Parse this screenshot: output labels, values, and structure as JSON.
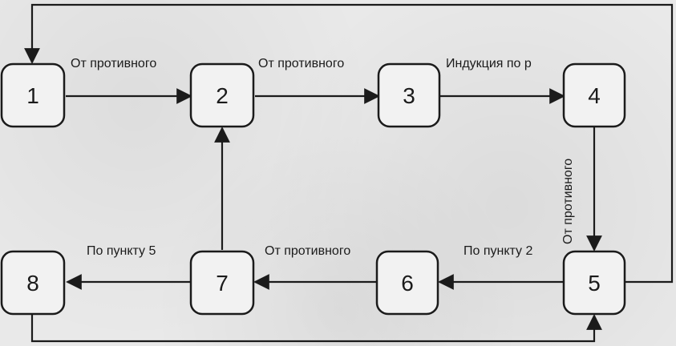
{
  "diagram": {
    "nodes": [
      {
        "id": "1",
        "label": "1"
      },
      {
        "id": "2",
        "label": "2"
      },
      {
        "id": "3",
        "label": "3"
      },
      {
        "id": "4",
        "label": "4"
      },
      {
        "id": "5",
        "label": "5"
      },
      {
        "id": "6",
        "label": "6"
      },
      {
        "id": "7",
        "label": "7"
      },
      {
        "id": "8",
        "label": "8"
      }
    ],
    "edges": [
      {
        "from": "1",
        "to": "2",
        "label": "От противного"
      },
      {
        "from": "2",
        "to": "3",
        "label": "От противного"
      },
      {
        "from": "3",
        "to": "4",
        "label": "Индукция по p"
      },
      {
        "from": "4",
        "to": "5",
        "label": "От противного"
      },
      {
        "from": "5",
        "to": "6",
        "label": "По пункту 2"
      },
      {
        "from": "6",
        "to": "7",
        "label": "От противного"
      },
      {
        "from": "7",
        "to": "8",
        "label": "По пункту 5"
      },
      {
        "from": "7",
        "to": "2",
        "label": ""
      },
      {
        "from": "5",
        "to": "1",
        "label": ""
      },
      {
        "from": "8",
        "to": "5",
        "label": ""
      }
    ]
  }
}
